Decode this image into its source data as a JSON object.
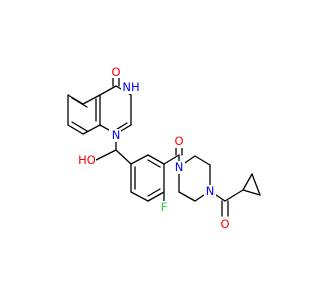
{
  "molecule": {
    "atoms": {
      "carbonyl_oxygen_top": {
        "text": "O",
        "color": "#ff0000"
      },
      "nh": {
        "text": "NH",
        "color": "#0000ff"
      },
      "ring_n": {
        "text": "N",
        "color": "#0000ff"
      },
      "hydroxyl": {
        "text": "HO",
        "color": "#ff0000"
      },
      "amide_oxygen_mid": {
        "text": "O",
        "color": "#ff0000"
      },
      "fluorine": {
        "text": "F",
        "color": "#33cc33"
      },
      "piperazine_n_left": {
        "text": "N",
        "color": "#0000ff"
      },
      "piperazine_n_right": {
        "text": "N",
        "color": "#0000ff"
      },
      "amide_oxygen_bottom": {
        "text": "O",
        "color": "#ff0000"
      }
    }
  }
}
